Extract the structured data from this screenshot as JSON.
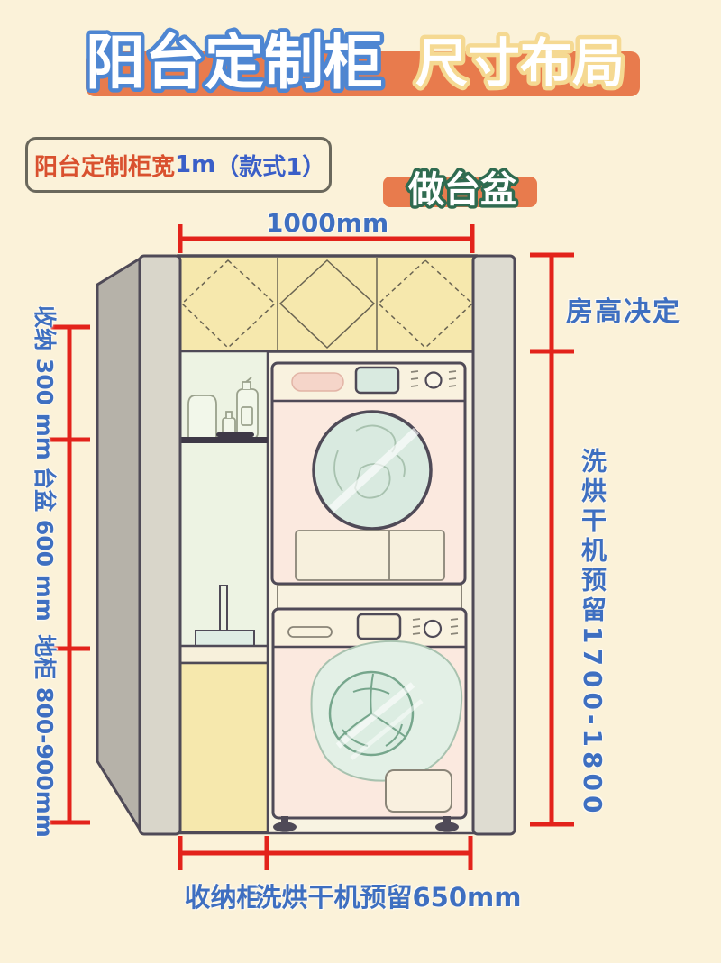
{
  "title": {
    "part1": "阳台定制柜",
    "part2": "尺寸布局"
  },
  "style_box": {
    "prefix": "阳台定制柜宽",
    "value": "1m",
    "suffix": "（款式1）"
  },
  "basin_tag": "做台盆",
  "dimensions": {
    "top_width": "1000mm",
    "right_top": "房高决定",
    "right_main": "洗烘干机预留1700-1800",
    "left_storage": "收纳 300 mm",
    "left_basin": "台盆 600 mm",
    "left_base": "地柜 800-900mm",
    "bottom_left": "收纳柜",
    "bottom_right": "洗烘干机预留650mm"
  },
  "colors": {
    "background": "#FBF2D9",
    "accent_orange": "#E87B4D",
    "dimension_red": "#E3231B",
    "dimension_blue": "#3E6FC1",
    "label_red": "#D9512F",
    "label_blue": "#3A5FC8",
    "title_stroke_blue": "#4E86D2",
    "title_stroke_yellow": "#F5D992",
    "basin_stroke_green": "#2F6B50",
    "cabinet_yellow": "#F6E8AD",
    "pillar_gray": "#D9D6CA",
    "machine_pink": "#FBE9DF",
    "mint": "#D9EAE0"
  }
}
